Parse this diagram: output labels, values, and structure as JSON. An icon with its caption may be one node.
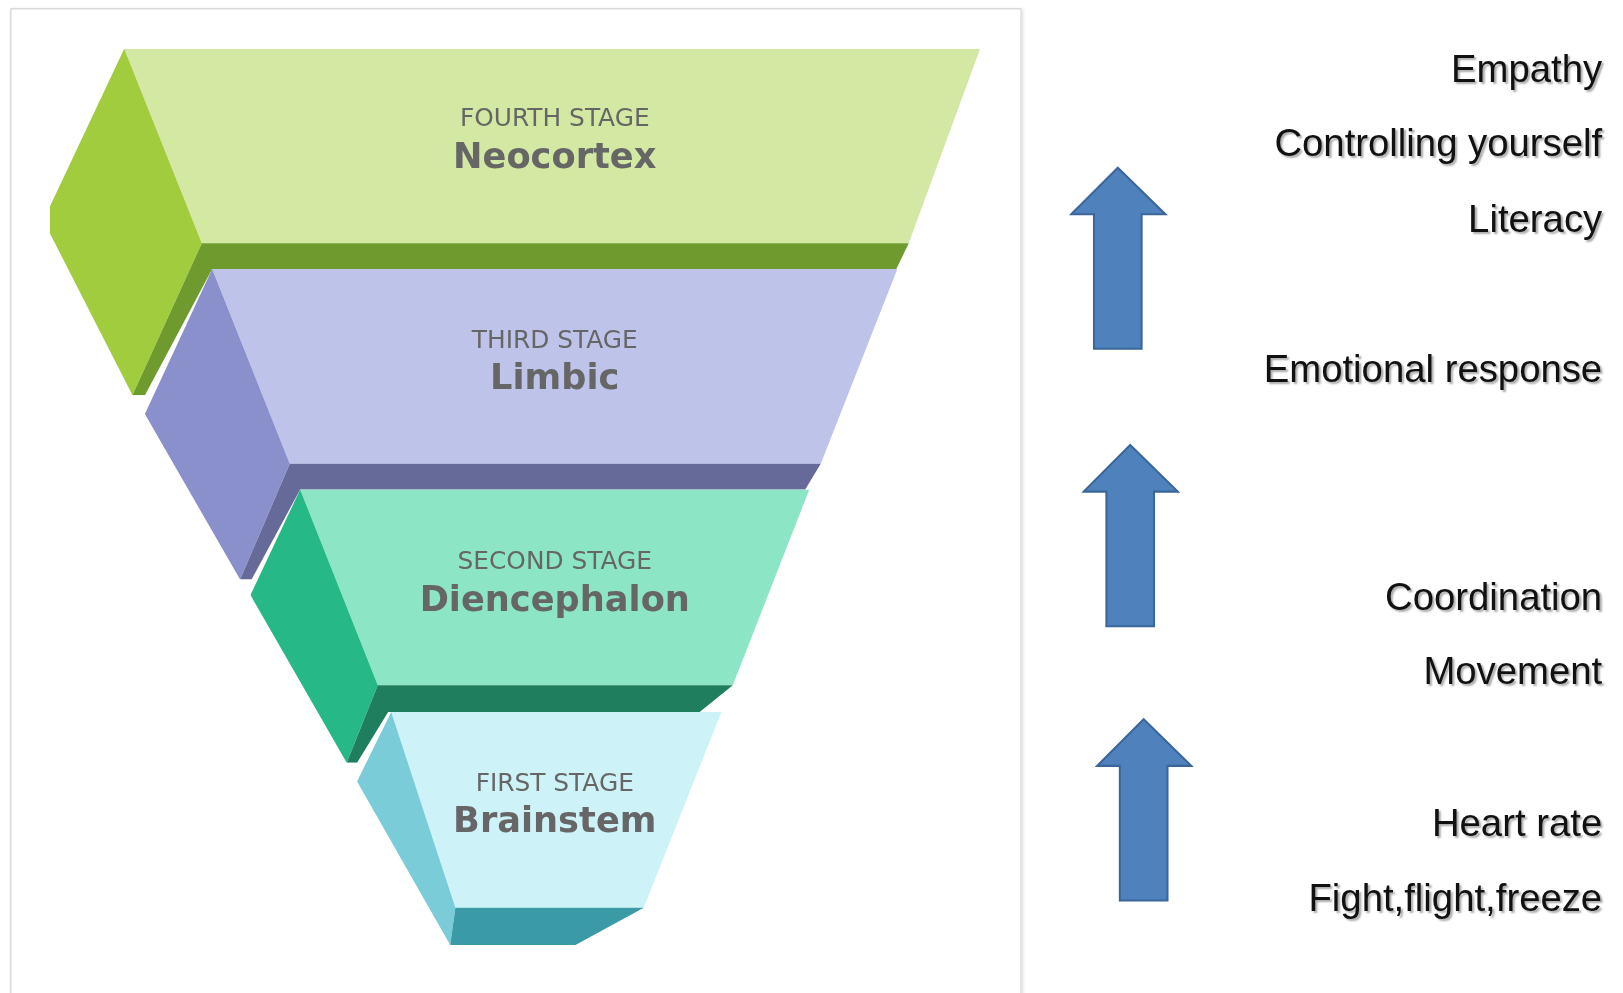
{
  "diagram": {
    "nodes": [
      {
        "text": [
          "FOURTH STAGE",
          "Neocortex"
        ]
      },
      {
        "text": [
          "THIRD STAGE",
          "Limbic"
        ]
      },
      {
        "text": [
          "SECOND STAGE",
          "Diencephalon"
        ]
      },
      {
        "text": [
          "FIRST STAGE",
          "Brainstem"
        ]
      }
    ],
    "labels": [
      "Empathy",
      "Controlling yourself",
      "Literacy",
      "Emotional response",
      "Coordination",
      "Movement",
      "Heart rate",
      "Fight,flight,freeze"
    ]
  }
}
